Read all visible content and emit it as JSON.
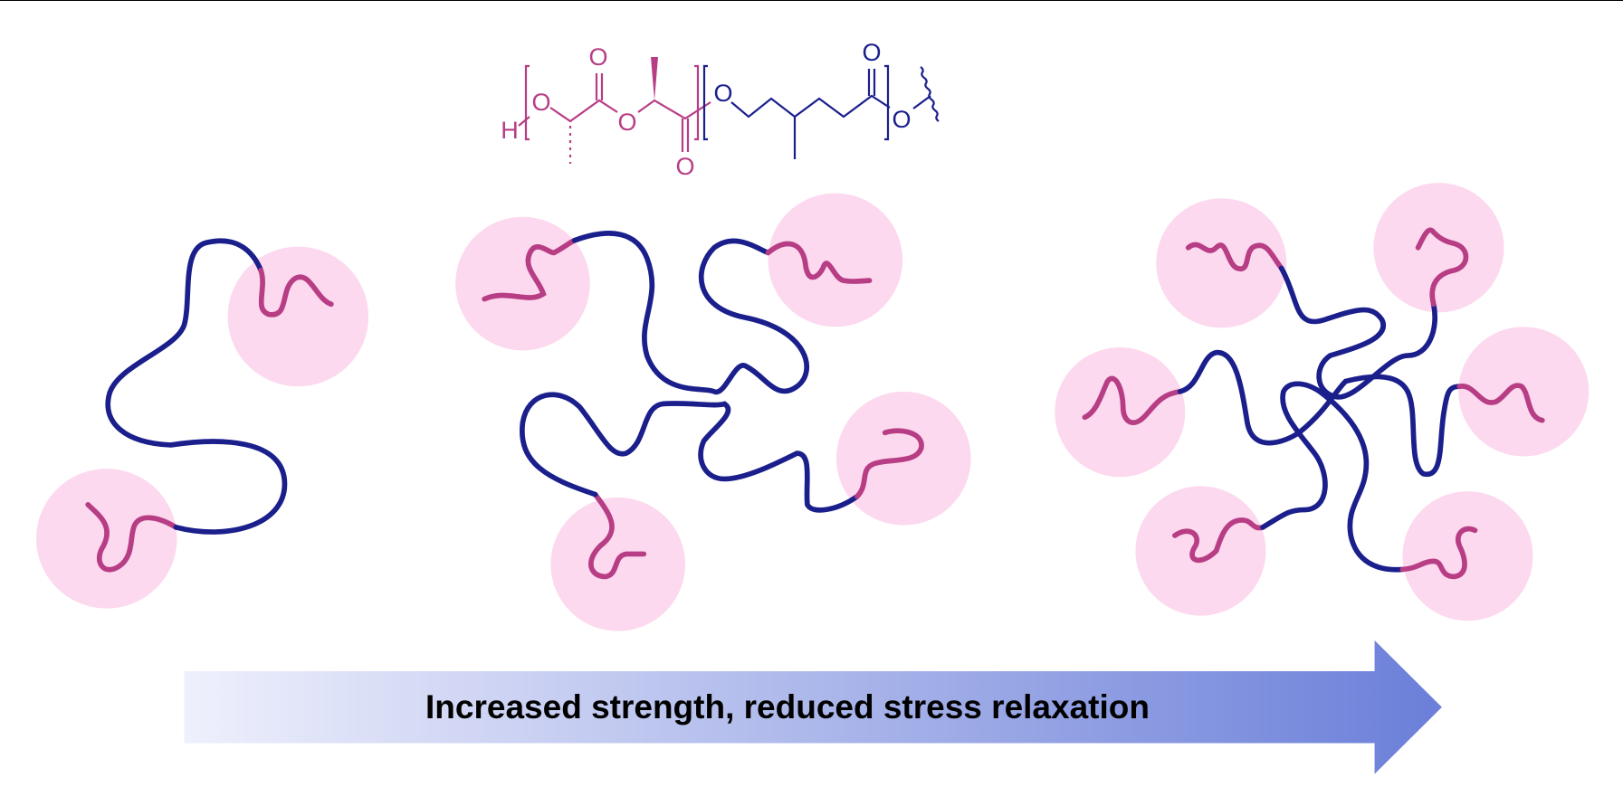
{
  "structure": {
    "atoms": {
      "h": "H",
      "o1": "O",
      "o2": "O",
      "o3": "O",
      "o4": "O",
      "o5": "O",
      "o6": "O",
      "o7": "O"
    },
    "colors": {
      "pla": "#b73d85",
      "pmvl": "#1a1f8c",
      "domain": "#fcd9ee"
    }
  },
  "arrow": {
    "label": "Increased strength, reduced stress relaxation",
    "gradient_start": "#eef0fc",
    "gradient_end": "#6b7fd9"
  }
}
